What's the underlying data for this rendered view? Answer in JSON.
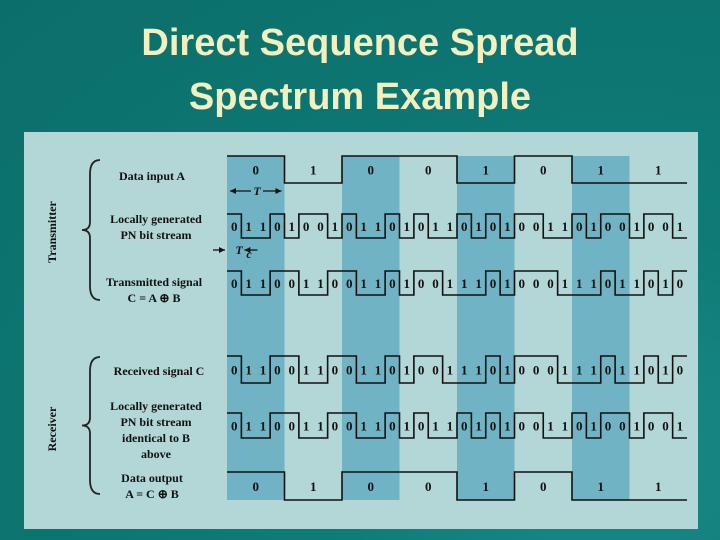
{
  "slide": {
    "title_line_1": "Direct Sequence Spread",
    "title_line_2": "Spectrum Example"
  },
  "colors": {
    "background": "#0f7b77",
    "title": "#f3efbf",
    "panel": "#b2d7d6",
    "highlight": "#6fb3c4",
    "waveform": "#111111"
  },
  "diagram": {
    "sections": {
      "transmitter": "Transmitter",
      "receiver": "Receiver"
    },
    "period_symbol": "T",
    "chip_symbol_main": "T",
    "chip_symbol_sub": "c",
    "data_bits": [
      "0",
      "1",
      "0",
      "0",
      "1",
      "0",
      "1",
      "1"
    ],
    "chips_per_bit": 4,
    "highlighted_bit_indices": [
      0,
      2,
      4,
      6
    ],
    "rows": [
      {
        "id": "data-input",
        "label_lines": [
          "Data input A"
        ],
        "kind": "data",
        "bits": [
          "0",
          "1",
          "0",
          "0",
          "1",
          "0",
          "1",
          "1"
        ]
      },
      {
        "id": "pn-stream-tx",
        "label_lines": [
          "Locally generated",
          "PN bit stream"
        ],
        "kind": "chips",
        "chips": "01101001011010110101001101001001"
      },
      {
        "id": "transmitted-signal",
        "label_lines": [
          "Transmitted signal",
          "C = A ⊕ B"
        ],
        "kind": "chips",
        "chips": "01100110011010011101000111011010"
      },
      {
        "id": "received-signal",
        "label_lines": [
          "Received signal C"
        ],
        "kind": "chips",
        "chips": "01100110011010011101000111011010"
      },
      {
        "id": "pn-stream-rx",
        "label_lines": [
          "Locally generated",
          "PN bit stream",
          "identical to B",
          "above"
        ],
        "kind": "chips",
        "chips": "01100110011010110101001101001001"
      },
      {
        "id": "data-output",
        "label_lines": [
          "Data output",
          "A = C ⊕ B"
        ],
        "kind": "data",
        "bits": [
          "0",
          "1",
          "0",
          "0",
          "1",
          "0",
          "1",
          "1"
        ]
      }
    ]
  }
}
